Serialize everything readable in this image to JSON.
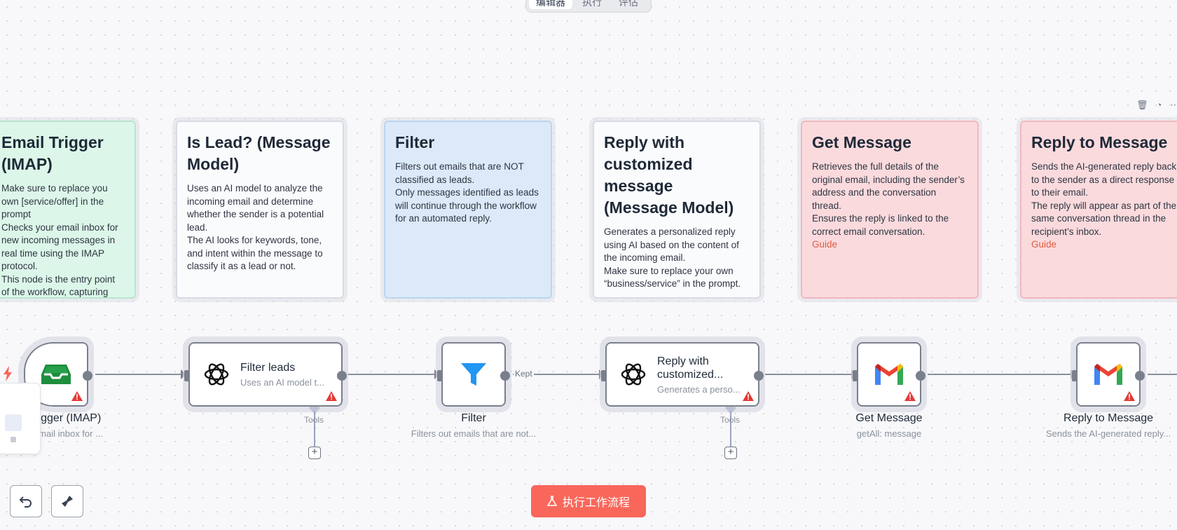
{
  "top_tabs": [
    "编辑器",
    "执行",
    "评估"
  ],
  "notes": [
    {
      "title": "Email Trigger (IMAP)",
      "body": [
        "Make sure to replace you own [service/offer] in the prompt",
        "Checks your email inbox for new incoming messages in real time using the IMAP protocol.",
        "This node is the entry point of the workflow, capturing"
      ],
      "color": "green"
    },
    {
      "title": "Is Lead? (Message Model)",
      "body": [
        "Uses an AI model to analyze the incoming email and determine whether the sender is a potential lead.",
        "The AI looks for keywords, tone, and intent within the message to classify it as a lead or not."
      ],
      "color": "white"
    },
    {
      "title": "Filter",
      "body": [
        "Filters out emails that are NOT classified as leads.",
        "Only messages identified as leads will continue through the workflow for an automated reply."
      ],
      "color": "blue"
    },
    {
      "title": "Reply with customized message (Message Model)",
      "body": [
        "Generates a personalized reply using AI based on the content of the incoming email.",
        "Make sure to replace your own “business/service” in the prompt."
      ],
      "color": "white"
    },
    {
      "title": "Get Message",
      "body": [
        "Retrieves the full details of the original email, including the sender’s address and the conversation thread.",
        "Ensures the reply is linked to the correct email conversation."
      ],
      "guide": "Guide",
      "color": "red"
    },
    {
      "title": "Reply to Message",
      "body": [
        "Sends the AI-generated reply back to the sender as a direct response to their email.",
        "The reply will appear as part of the same conversation thread in the recipient’s inbox."
      ],
      "guide": "Guide",
      "color": "red"
    }
  ],
  "nodes": {
    "trigger": {
      "label": "Trigger (IMAP)",
      "sub": "r email inbox for ..."
    },
    "filter_leads": {
      "title": "Filter leads",
      "sub": "Uses an AI model t...",
      "tools": "Tools"
    },
    "filter": {
      "label": "Filter",
      "sub": "Filters out emails that are not..."
    },
    "kept": "Kept",
    "reply_customized": {
      "title": "Reply with customized...",
      "sub": "Generates a perso...",
      "tools": "Tools"
    },
    "get_message": {
      "label": "Get Message",
      "sub": "getAll: message"
    },
    "reply_to_message": {
      "label": "Reply to Message",
      "sub": "Sends the AI-generated reply..."
    }
  },
  "toolbar": {
    "run_label": "执行工作流程"
  },
  "colors": {
    "accent": "#f9675b",
    "warning": "#e53935",
    "gmail_red": "#ea4335",
    "filter_blue": "#2196f3",
    "inbox_green": "#1e8e3e"
  }
}
